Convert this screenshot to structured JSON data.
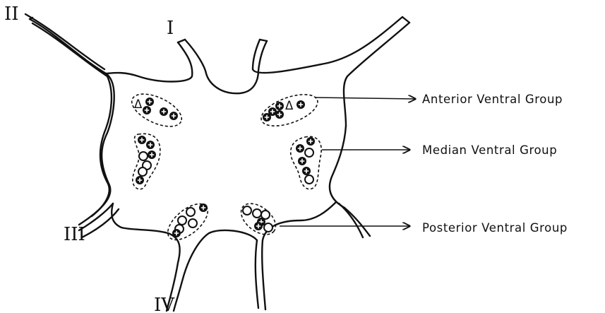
{
  "nerve_labels": {
    "I": "I",
    "II": "II",
    "III": "III",
    "IV": "IV"
  },
  "groups": {
    "anterior": "Anterior Ventral Group",
    "median": "Median Ventral Group",
    "posterior": "Posterior Ventral Group"
  },
  "triangle_marker": "Δ"
}
